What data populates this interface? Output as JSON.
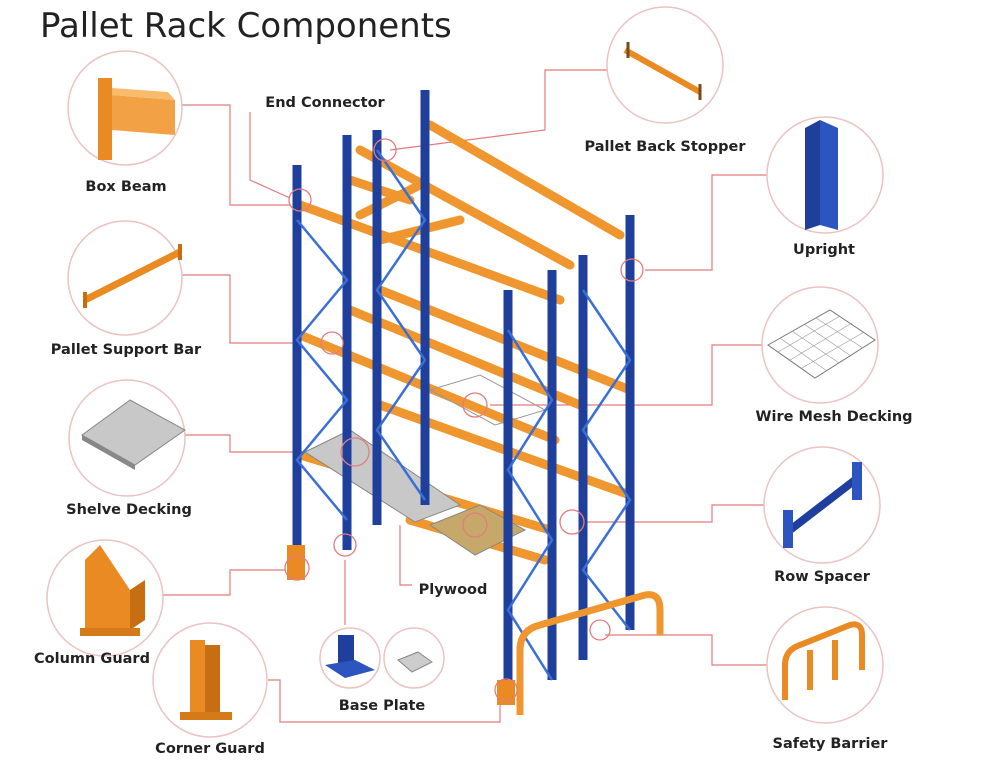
{
  "title": "Pallet Rack Components",
  "labels": {
    "end_connector": "End Connector",
    "box_beam": "Box Beam",
    "pallet_back_stopper": "Pallet Back Stopper",
    "upright": "Upright",
    "pallet_support_bar": "Pallet Support Bar",
    "wire_mesh_decking": "Wire Mesh Decking",
    "shelve_decking": "Shelve Decking",
    "row_spacer": "Row Spacer",
    "column_guard": "Column Guard",
    "plywood": "Plywood",
    "base_plate": "Base Plate",
    "corner_guard": "Corner Guard",
    "safety_barrier": "Safety Barrier"
  },
  "colors": {
    "upright": "#1f3f9c",
    "beam": "#f0962e",
    "callout": "#e37c7c",
    "circle": "#ecc2c2"
  }
}
